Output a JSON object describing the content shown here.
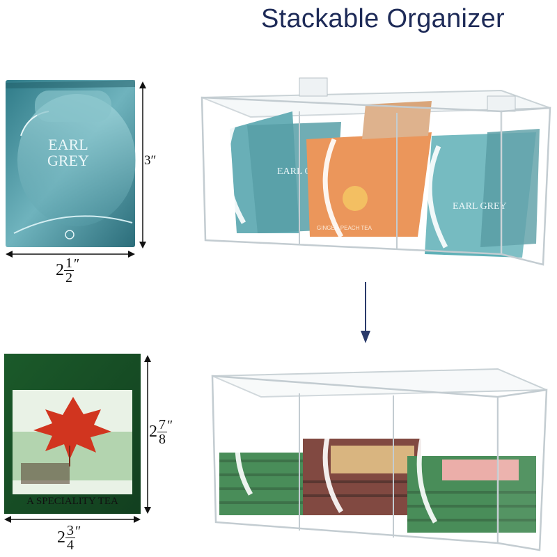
{
  "title": "Stackable Organizer",
  "top_bag": {
    "brand_line1": "EARL",
    "brand_line2": "GREY",
    "height_label": "3″",
    "width_whole": "2",
    "width_num": "1",
    "width_den": "2",
    "width_prime": "″",
    "color": "#3f8a96"
  },
  "bottom_bag": {
    "caption": "A SPECIALITY TEA",
    "height_whole": "2",
    "height_num": "7",
    "height_den": "8",
    "height_prime": "″",
    "width_whole": "2",
    "width_num": "3",
    "width_den": "4",
    "width_prime": "″",
    "color": "#1f5a2a"
  },
  "top_box": {
    "left_tea": "EARL GREY",
    "middle_tea": "GINGER PEACH TEA",
    "right_tea": "EARL GREY"
  },
  "colors": {
    "title": "#1d2a57",
    "arrow": "#2a3a6a"
  }
}
